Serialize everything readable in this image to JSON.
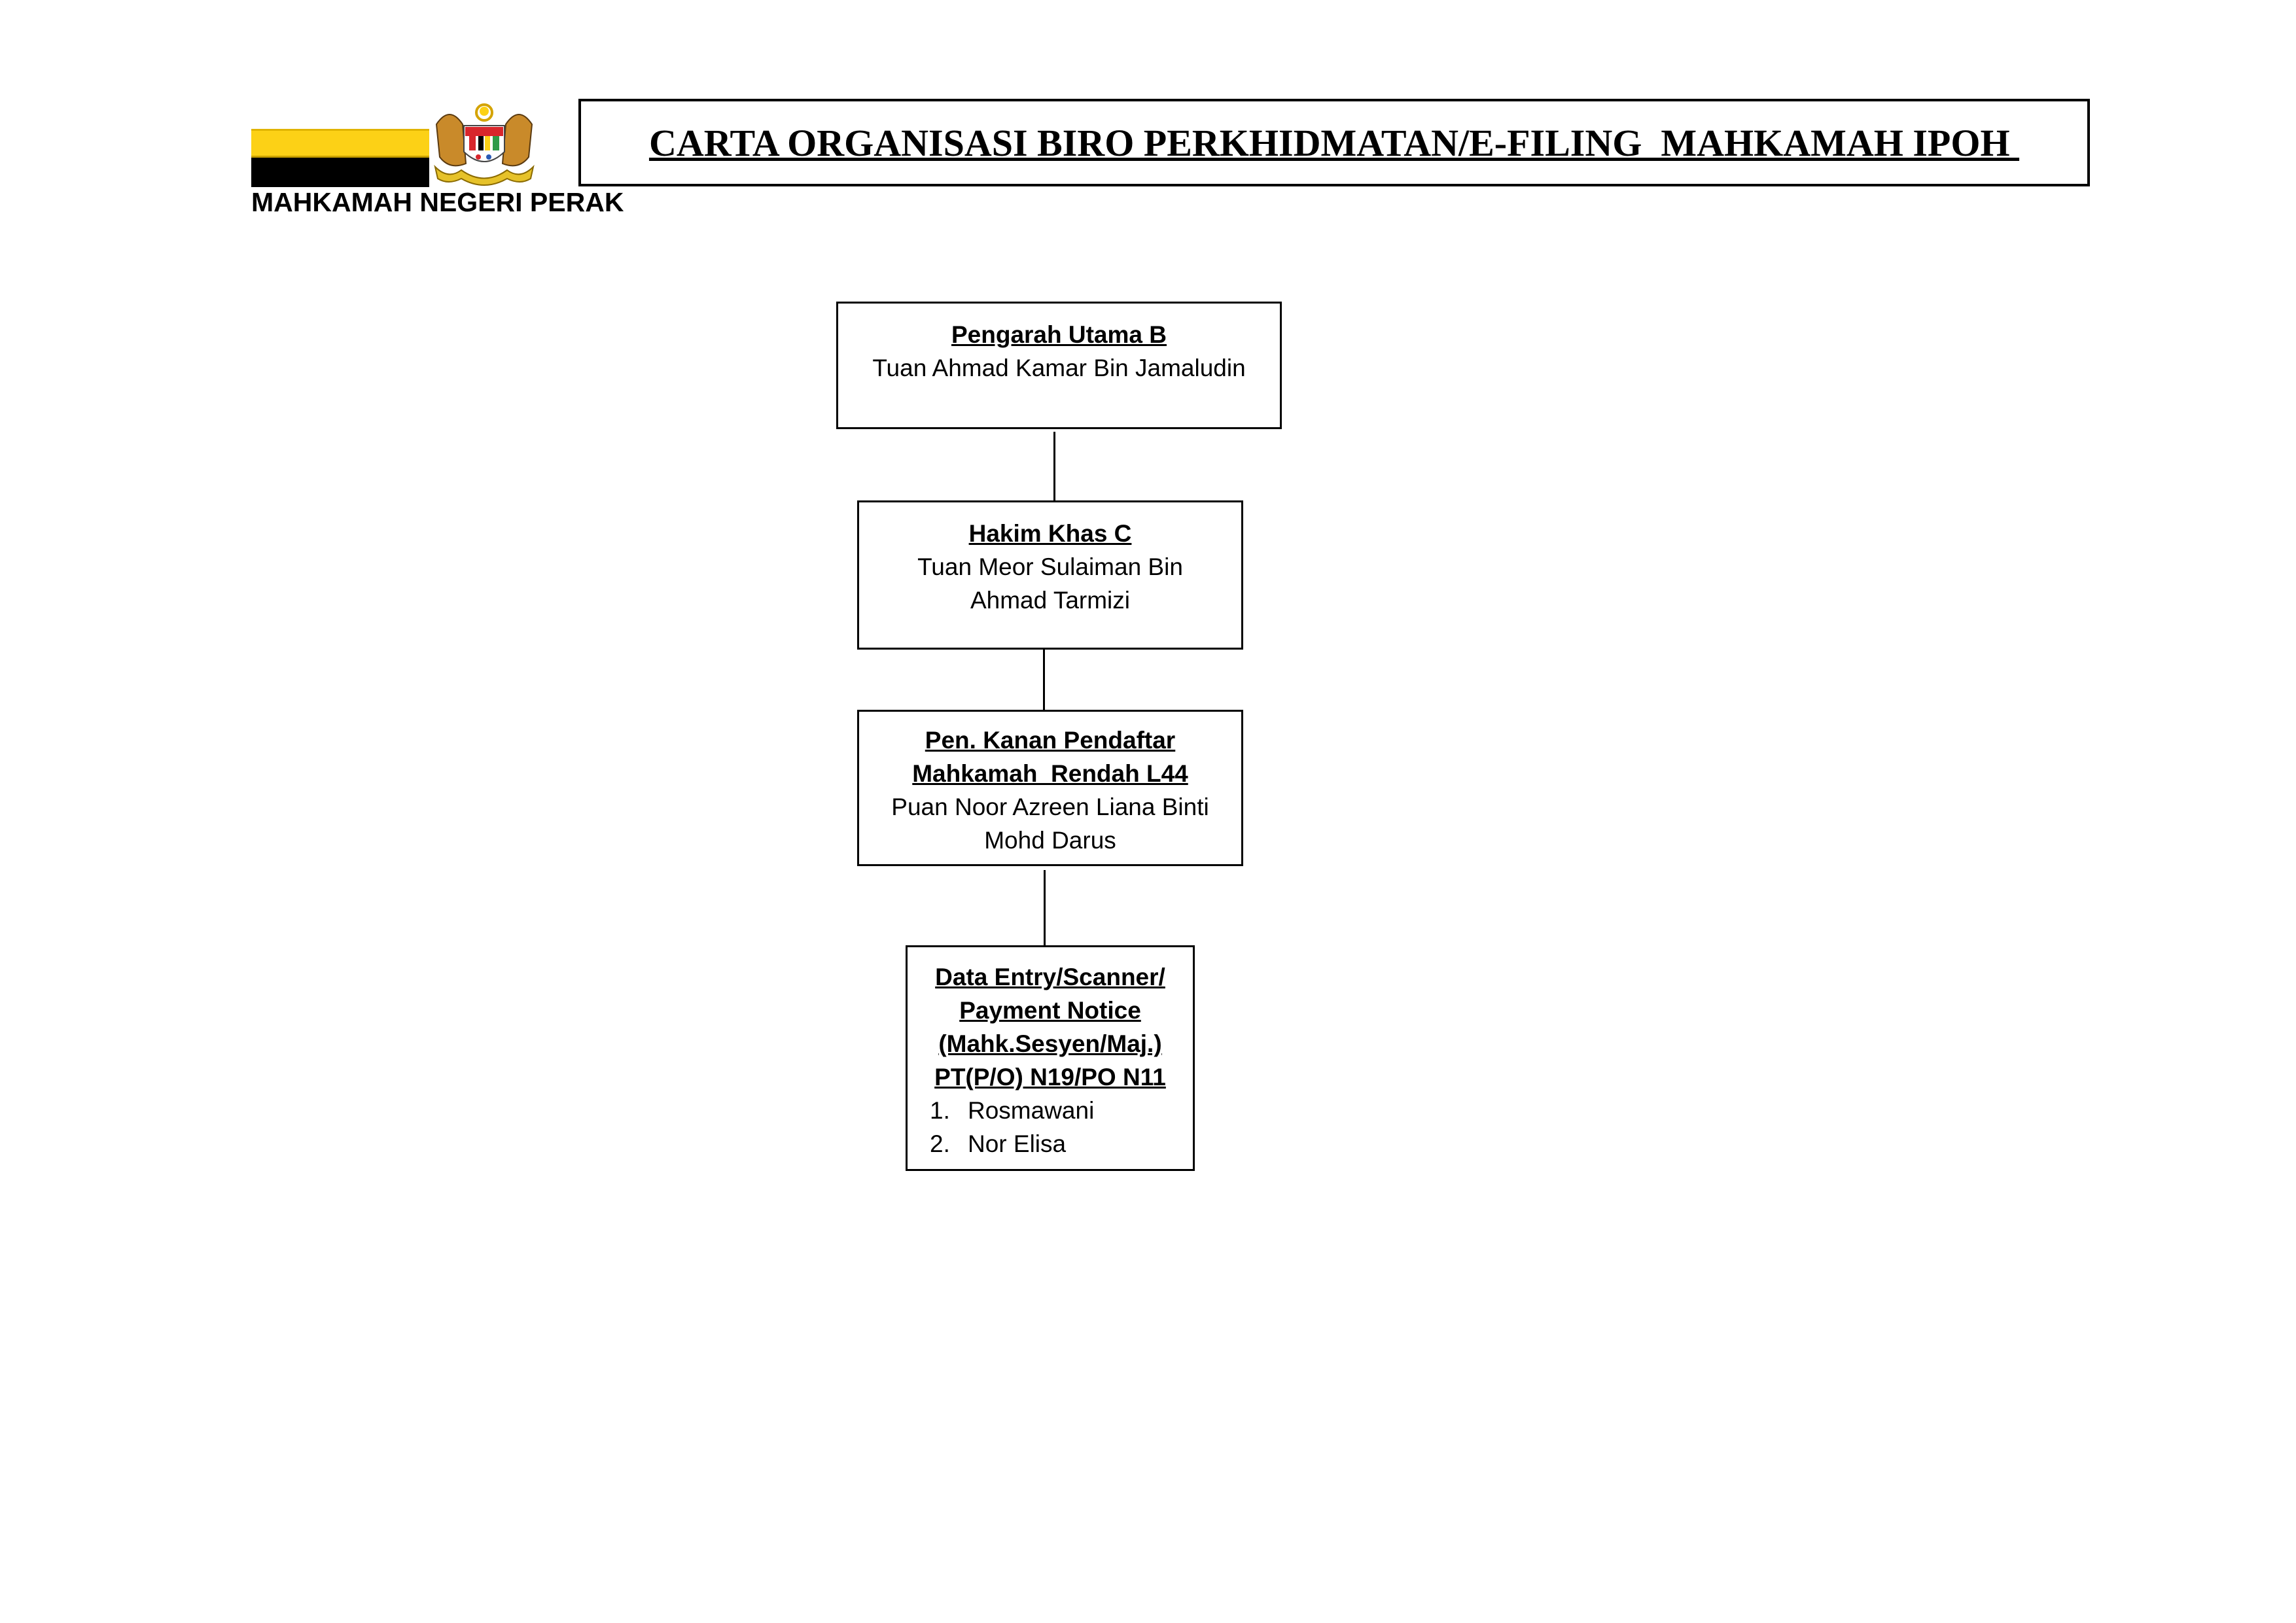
{
  "header": {
    "court_name": "MAHKAMAH NEGERI PERAK",
    "title": "CARTA ORGANISASI BIRO PERKHIDMATAN/E-FILING  MAHKAMAH IPOH ",
    "flag_colors": [
      "#ffffff",
      "#fcd116",
      "#000000"
    ],
    "emblem_icon": "malaysia-coat-of-arms"
  },
  "chart": {
    "nodes": [
      {
        "role": "Pengarah Utama B",
        "name_lines": [
          "Tuan Ahmad Kamar Bin Jamaludin"
        ]
      },
      {
        "role": "Hakim Khas C",
        "name_lines": [
          "Tuan Meor Sulaiman Bin",
          "Ahmad Tarmizi"
        ]
      },
      {
        "role_lines": [
          "Pen. Kanan Pendaftar",
          "Mahkamah  Rendah L44"
        ],
        "name_lines": [
          "Puan Noor Azreen Liana Binti",
          "Mohd Darus"
        ]
      },
      {
        "role_lines": [
          "Data Entry/Scanner/",
          "Payment Notice",
          "(Mahk.Sesyen/Maj.)",
          "PT(P/O) N19/PO N11"
        ],
        "members": [
          {
            "num": "1.",
            "name": "Rosmawani"
          },
          {
            "num": "2.",
            "name": "Nor Elisa"
          }
        ]
      }
    ]
  }
}
